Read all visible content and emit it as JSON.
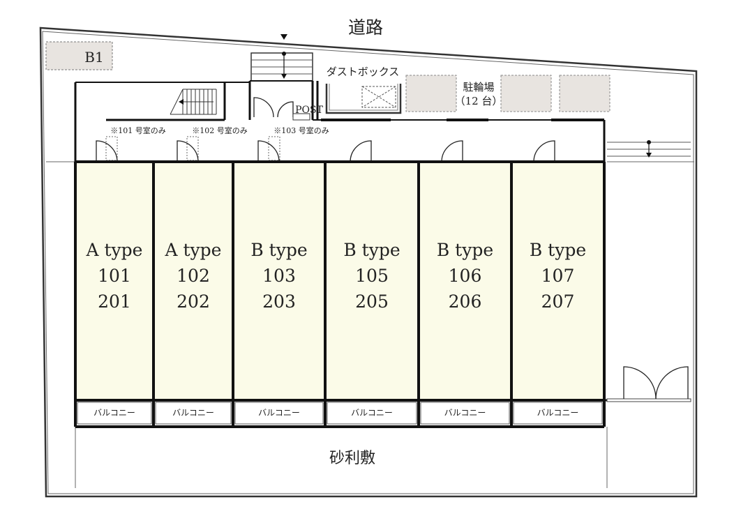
{
  "road_label": "道路",
  "gravel_label": "砂利敷",
  "parking_label": "B1",
  "dust_box_label": "ダストボックス",
  "post_label": "POST",
  "bicycle_parking": {
    "label": "駐輪場",
    "count": "（12 台）"
  },
  "door_notes": [
    "※101 号室のみ",
    "※102 号室のみ",
    "※103 号室のみ"
  ],
  "units": [
    {
      "type": "A type",
      "lower": "101",
      "upper": "201",
      "balcony": "バルコニー"
    },
    {
      "type": "A type",
      "lower": "102",
      "upper": "202",
      "balcony": "バルコニー"
    },
    {
      "type": "B type",
      "lower": "103",
      "upper": "203",
      "balcony": "バルコニー"
    },
    {
      "type": "B type",
      "lower": "105",
      "upper": "205",
      "balcony": "バルコニー"
    },
    {
      "type": "B type",
      "lower": "106",
      "upper": "206",
      "balcony": "バルコニー"
    },
    {
      "type": "B type",
      "lower": "107",
      "upper": "207",
      "balcony": "バルコニー"
    }
  ],
  "colors": {
    "unit_fill": "#fbfbe8",
    "parking_fill": "#e8e4e0",
    "line": "#222222"
  }
}
